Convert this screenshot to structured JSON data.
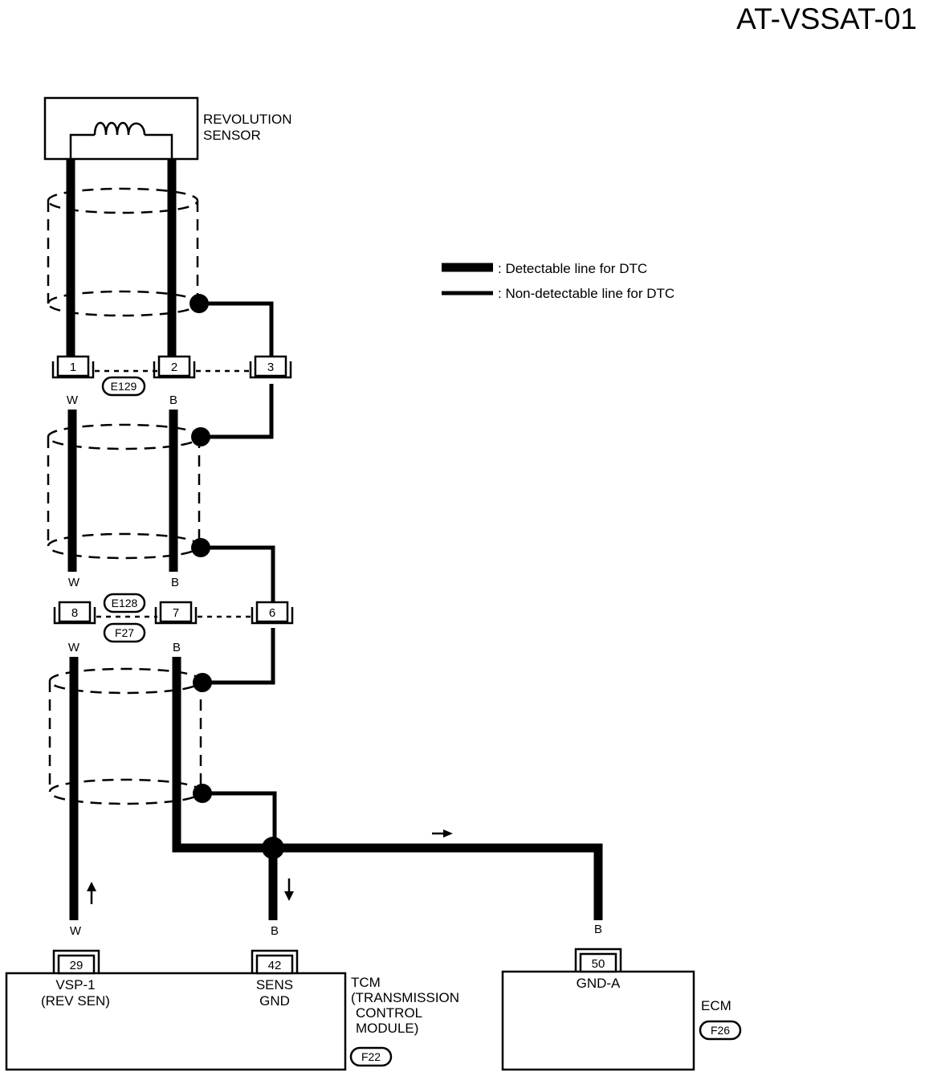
{
  "diagram_id": "AT-VSSAT-01",
  "legend": {
    "detectable": ": Detectable line for DTC",
    "non_detectable": ": Non-detectable line for DTC"
  },
  "revolution_sensor": {
    "line1": "REVOLUTION",
    "line2": "SENSOR"
  },
  "connectors": {
    "e129": {
      "id": "E129",
      "pins": [
        "1",
        "2",
        "3"
      ]
    },
    "e128": {
      "id": "E128"
    },
    "f27": {
      "id": "F27",
      "pins": [
        "8",
        "7",
        "6"
      ]
    },
    "f22": {
      "id": "F22"
    },
    "f26": {
      "id": "F26"
    }
  },
  "wire_colors": {
    "white": "W",
    "black": "B"
  },
  "tcm": {
    "pin_vsp": "29",
    "pin_gnd": "42",
    "vsp_label1": "VSP-1",
    "vsp_label2": "(REV SEN)",
    "gnd_label1": "SENS",
    "gnd_label2": "GND",
    "title1": "TCM",
    "title2": "(TRANSMISSION",
    "title3": "CONTROL",
    "title4": "MODULE)"
  },
  "ecm": {
    "pin": "50",
    "pin_label": "GND-A",
    "title": "ECM"
  }
}
